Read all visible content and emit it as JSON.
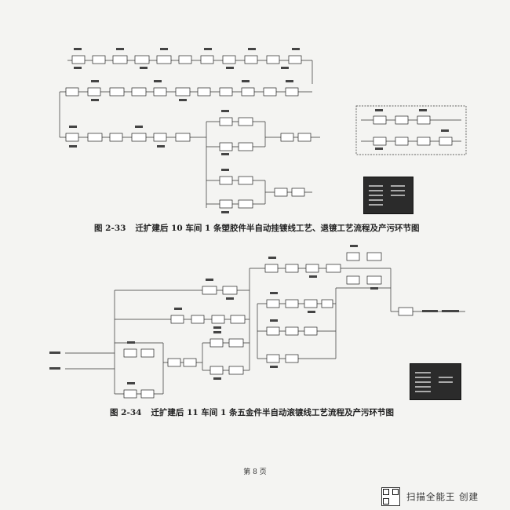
{
  "figures": [
    {
      "number": "图 2-33",
      "title": "迁扩建后 10 车间 1 条塑胶件半自动挂镀线工艺、退镀工艺流程及产污环节图"
    },
    {
      "number": "图 2-34",
      "title": "迁扩建后 11 车间 1 条五金件半自动滚镀线工艺流程及产污环节图"
    }
  ],
  "page_number": "第 8 页",
  "brand": {
    "text": "扫描全能王 创建",
    "icon": "qr-code-icon"
  },
  "colors": {
    "paper": "#f4f4f2",
    "ink": "#222222",
    "legend_bg": "#2b2b2b"
  }
}
